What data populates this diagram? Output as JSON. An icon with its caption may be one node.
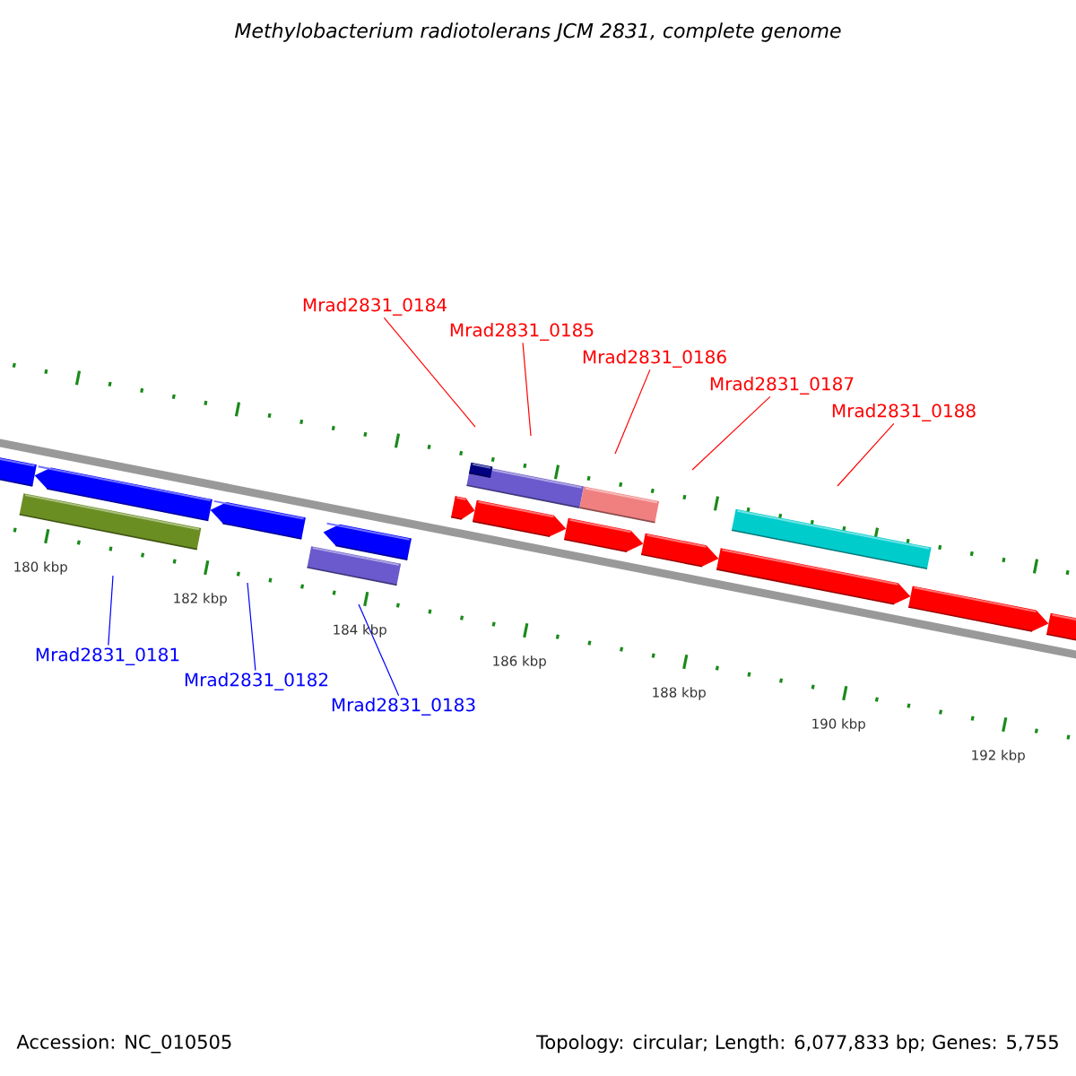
{
  "diagram": {
    "title": "Methylobacterium radiotolerans JCM 2831, complete genome",
    "nodes": [
      {
        "text": [
          "Mrad2831_0184"
        ]
      },
      {
        "text": [
          "Mrad2831_0185"
        ]
      },
      {
        "text": [
          "Mrad2831_0186"
        ]
      },
      {
        "text": [
          "Mrad2831_0187"
        ]
      },
      {
        "text": [
          "Mrad2831_0188"
        ]
      },
      {
        "text": [
          "Mrad2831_0181"
        ]
      },
      {
        "text": [
          "Mrad2831_0182"
        ]
      },
      {
        "text": [
          "Mrad2831_0183"
        ]
      }
    ],
    "edges": [
      {
        "from": 0,
        "to": null,
        "arrow": "none"
      },
      {
        "from": 1,
        "to": null,
        "arrow": "none"
      },
      {
        "from": 2,
        "to": null,
        "arrow": "none"
      },
      {
        "from": 3,
        "to": null,
        "arrow": "none"
      },
      {
        "from": 4,
        "to": null,
        "arrow": "none"
      },
      {
        "from": 5,
        "to": null,
        "arrow": "none",
        "color": "#0000ff"
      },
      {
        "from": 6,
        "to": null,
        "arrow": "none",
        "color": "#0000ff"
      },
      {
        "from": 7,
        "to": null,
        "arrow": "none",
        "color": "#0000ff"
      }
    ],
    "labels": [
      "180 kbp",
      "182 kbp",
      "184 kbp",
      "186 kbp",
      "188 kbp",
      "190 kbp",
      "192 kbp",
      "Accession: NC_010505",
      "Topology: circular; Length: 6,077,833 bp; Genes: 5,755"
    ]
  }
}
